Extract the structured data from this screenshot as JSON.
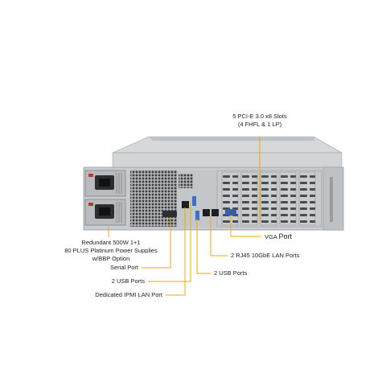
{
  "callouts": {
    "pcie": {
      "line1": "5 PCI-E 3.0 x8 Slots",
      "line2": "(4 FHFL & 1 LP)"
    },
    "power": {
      "line1": "Redundant 500W 1+1",
      "line2": "80 PLUS Platinum Power Supplies",
      "line3": "w/BBP Option"
    },
    "vga": {
      "prefix": "VGA",
      "suffix": "Port"
    },
    "lan10g": "2 RJ45 10GbE LAN Ports",
    "serial": "Serial Port",
    "usb_left": "2 USB Ports",
    "usb_right": "2 USB Ports",
    "ipmi": "Dedicated IPMI LAN Port"
  },
  "colors": {
    "leader_line": "#f0a800",
    "chassis_body": "#c8cbcd",
    "chassis_dark": "#3a3d40",
    "vga_port": "#3a5fa8",
    "usb_port": "#3b6fcf"
  }
}
